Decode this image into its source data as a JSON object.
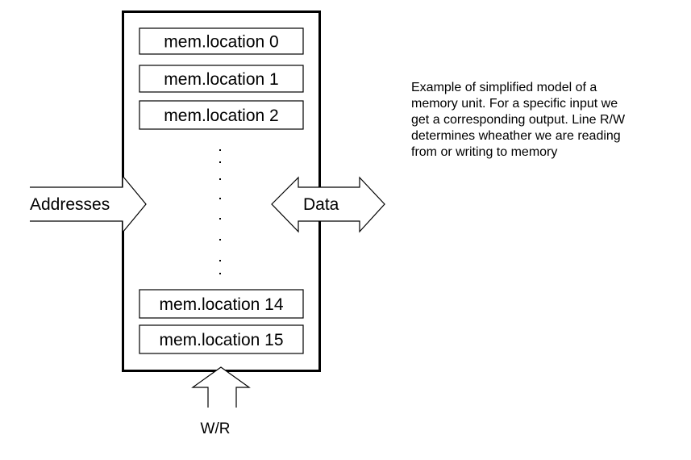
{
  "memory_unit": {
    "locations_top": [
      "mem.location 0",
      "mem.location 1",
      "mem.location 2"
    ],
    "locations_bottom": [
      "mem.location 14",
      "mem.location 15"
    ]
  },
  "arrows": {
    "addresses": "Addresses",
    "data": "Data",
    "control": "W/R"
  },
  "caption": {
    "lines": [
      "Example of simplified model of a",
      "memory unit. For a specific input we",
      "get a corresponding output. Line R/W",
      "determines wheather we are reading",
      "from or writing to memory"
    ]
  }
}
